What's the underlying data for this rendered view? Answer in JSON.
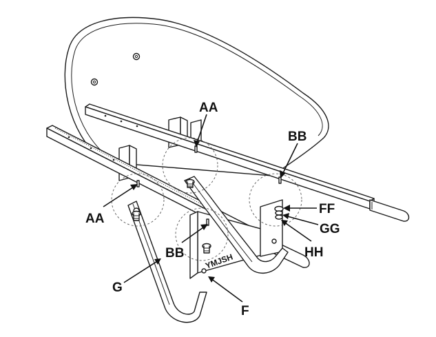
{
  "callouts": {
    "aa_top": "AA",
    "aa_left": "AA",
    "bb_top": "BB",
    "bb_mid": "BB",
    "ff": "FF",
    "gg": "GG",
    "hh": "HH",
    "g": "G",
    "f": "F"
  },
  "brace_marking": "YMJSH",
  "colors": {
    "line": "#1a1a1a",
    "background": "#ffffff"
  }
}
